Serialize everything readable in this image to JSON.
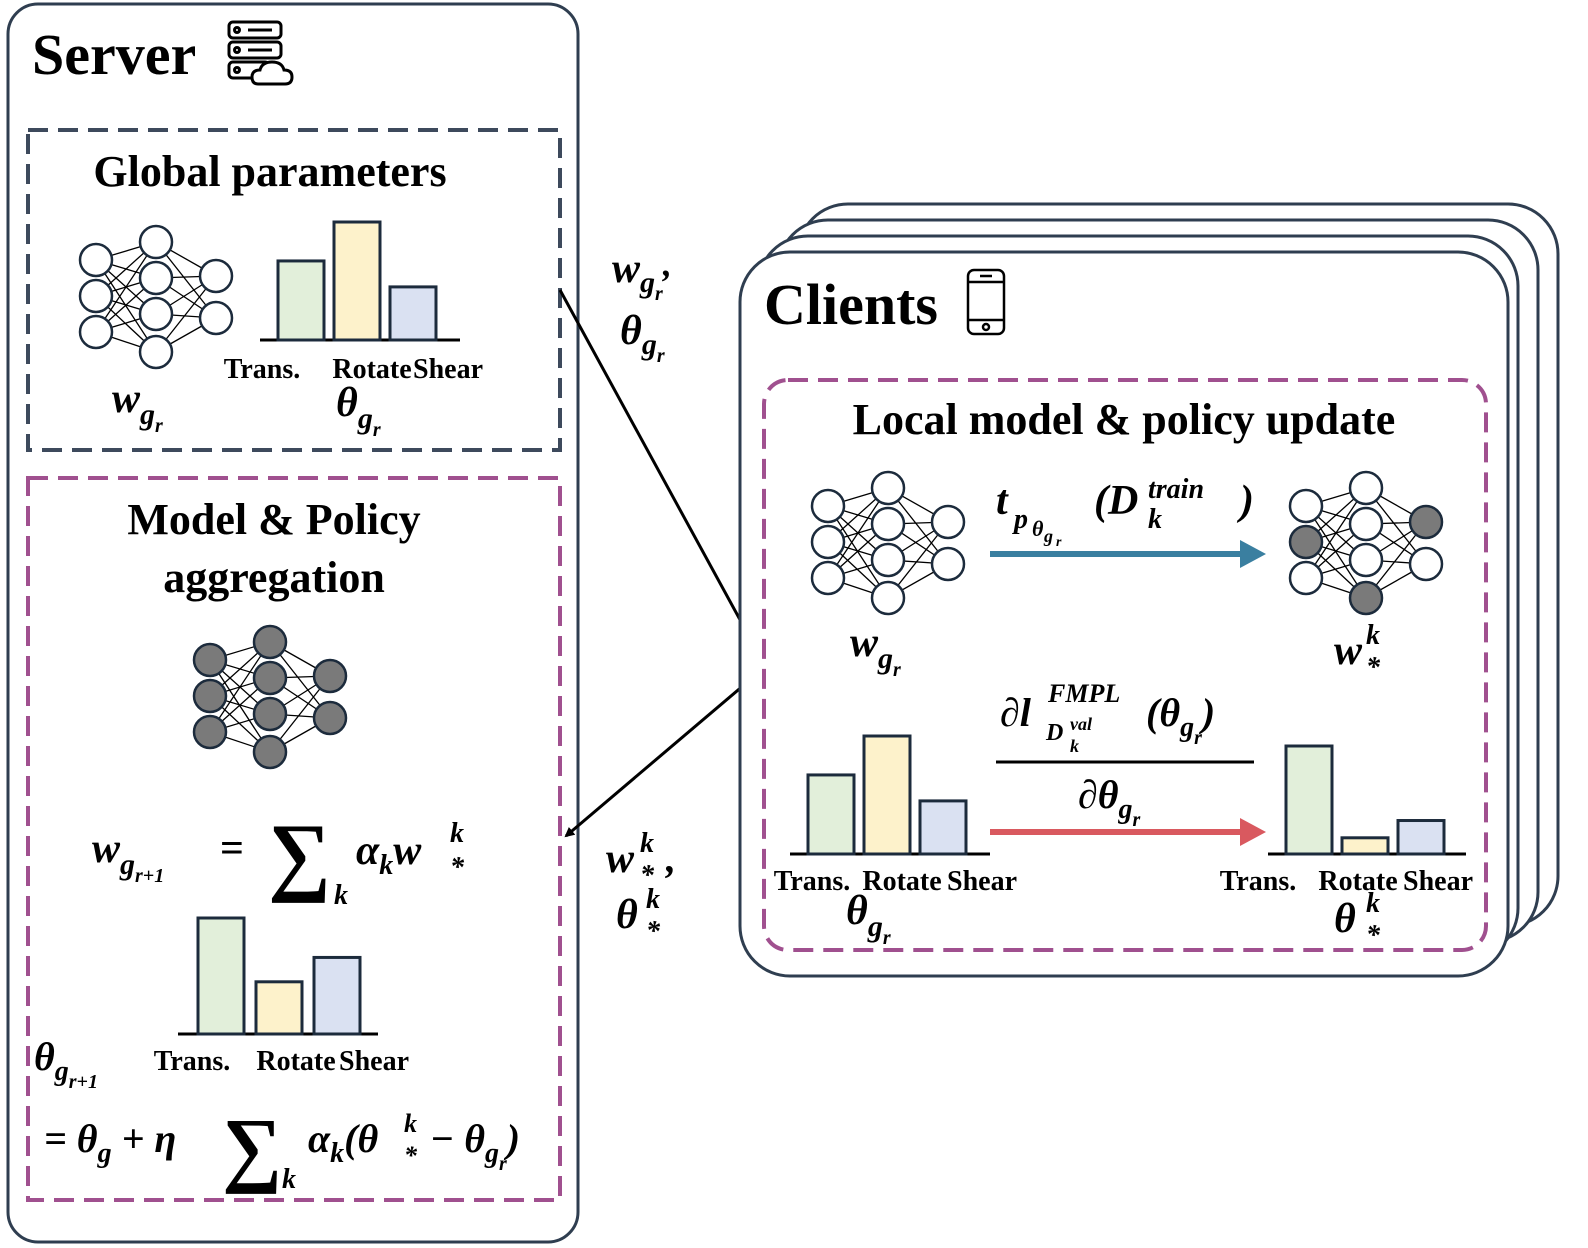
{
  "server": {
    "title": "Server",
    "icon": "server-cloud-icon",
    "global": {
      "title": "Global parameters",
      "weights_symbol": "w",
      "weights_sub": "g",
      "weights_subsub": "r",
      "policy_symbol": "θ",
      "policy_sub": "g",
      "policy_subsub": "r",
      "bar_labels": [
        "Trans.",
        "Rotate",
        "Shear"
      ],
      "bar_values": [
        0.67,
        1.0,
        0.45
      ]
    },
    "aggregation": {
      "title_line1": "Model & Policy",
      "title_line2": "aggregation",
      "eq_w_lhs": "w",
      "eq_w_sub": "g",
      "eq_w_subsub": "r+1",
      "eq_w_eq": "=",
      "eq_w_sum": "∑",
      "eq_w_sum_sub": "k",
      "eq_w_alpha": "α",
      "eq_w_alpha_sub": "k",
      "eq_w_w": "w",
      "eq_w_w_sub": "*",
      "eq_w_w_sup": "k",
      "bar_labels": [
        "Trans.",
        "Rotate",
        "Shear"
      ],
      "bar_values": [
        1.0,
        0.45,
        0.66
      ],
      "eq_theta_lhs": "θ",
      "eq_theta_sub": "g",
      "eq_theta_subsub": "r+1",
      "eq_theta_rhs_a": "= θ",
      "eq_theta_rhs_a_sub": "g",
      "eq_theta_rhs_b": "+ η",
      "eq_theta_sum": "∑",
      "eq_theta_sum_sub": "k",
      "eq_theta_rhs_c": "α",
      "eq_theta_rhs_c_sub": "k",
      "eq_theta_rhs_d": "(θ",
      "eq_theta_rhs_d_sub": "*",
      "eq_theta_rhs_d_sup": "k",
      "eq_theta_rhs_e": "− θ",
      "eq_theta_rhs_e_sub": "g",
      "eq_theta_rhs_e_subsub": "r",
      "eq_theta_close": ")"
    }
  },
  "download_label": {
    "w": "w",
    "w_sub": "g",
    "w_subsub": "r",
    "comma": ",",
    "theta": "θ",
    "theta_sub": "g",
    "theta_subsub": "r"
  },
  "upload_label": {
    "w": "w",
    "w_sub": "*",
    "w_sup": "k",
    "comma": ",",
    "theta": "θ",
    "theta_sub": "*",
    "theta_sup": "k"
  },
  "clients": {
    "title": "Clients",
    "icon": "phone-icon",
    "local": {
      "title": "Local model & policy update",
      "in_w": "w",
      "in_w_sub": "g",
      "in_w_subsub": "r",
      "out_w": "w",
      "out_w_sub": "*",
      "out_w_sup": "k",
      "train_t": "t",
      "train_p": "p",
      "train_theta": "θ",
      "train_g": "g",
      "train_r": "r",
      "train_D": "(D",
      "train_D_sub": "k",
      "train_D_sup": "train",
      "train_close": ")",
      "frac_num_a": "∂l",
      "frac_num_sup": "FMPL",
      "frac_num_sub": "D",
      "frac_num_subsub": "k",
      "frac_num_subsup": "val",
      "frac_num_b": "(θ",
      "frac_num_b_sub": "g",
      "frac_num_b_subsub": "r",
      "frac_num_close": ")",
      "frac_den": "∂θ",
      "frac_den_sub": "g",
      "frac_den_subsub": "r",
      "in_bar_labels": [
        "Trans.",
        "Rotate",
        "Shear"
      ],
      "in_bar_values": [
        0.67,
        1.0,
        0.45
      ],
      "in_theta": "θ",
      "in_theta_sub": "g",
      "in_theta_subsub": "r",
      "out_bar_labels": [
        "Trans.",
        "Rotate",
        "Shear"
      ],
      "out_bar_values": [
        1.0,
        0.15,
        0.31
      ],
      "out_theta": "θ",
      "out_theta_sub": "*",
      "out_theta_sup": "k"
    }
  },
  "colors": {
    "box_border": "#2f3e50",
    "global_dash": "#3d4a5c",
    "aggregation_dash": "#a0508f",
    "bar_trans": "#e2efda",
    "bar_rotate": "#fdf2cb",
    "bar_shear": "#dae1f2",
    "train_arrow": "#3a7fa0",
    "policy_arrow": "#d9595f",
    "node_filled": "#7a7a7a"
  }
}
